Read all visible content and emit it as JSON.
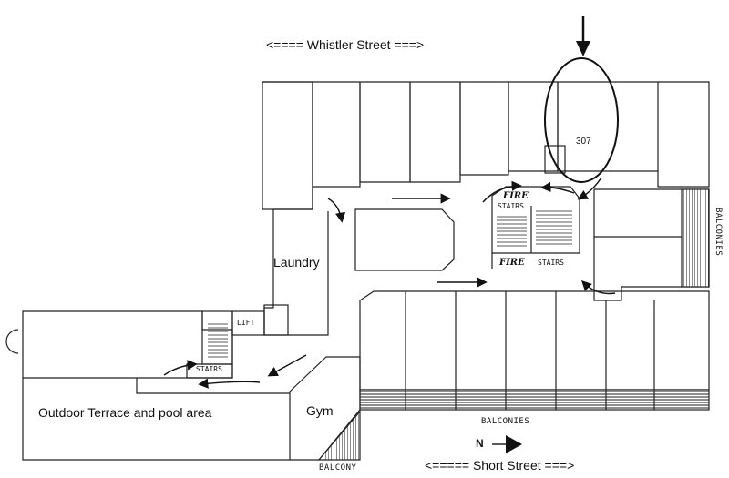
{
  "labels": {
    "top_street": "<==== Whistler Street ===>",
    "bottom_street": "<===== Short Street ===>",
    "unit": "307",
    "laundry": "Laundry",
    "lift": "LIFT",
    "stairs_left": "STAIRS",
    "fire_stairs_top_fire": "FIRE",
    "fire_stairs_top_stairs": "STAIRS",
    "fire_stairs_bottom_fire": "FIRE",
    "fire_stairs_bottom_stairs": "STAIRS",
    "gym": "Gym",
    "terrace": "Outdoor Terrace and pool area",
    "balconies_bottom": "BALCONIES",
    "balconies_right": "BALCONIES",
    "balcony": "BALCONY",
    "north": "N"
  },
  "colors": {
    "line": "#222222",
    "hatch": "#555555",
    "paper": "#ffffff"
  }
}
